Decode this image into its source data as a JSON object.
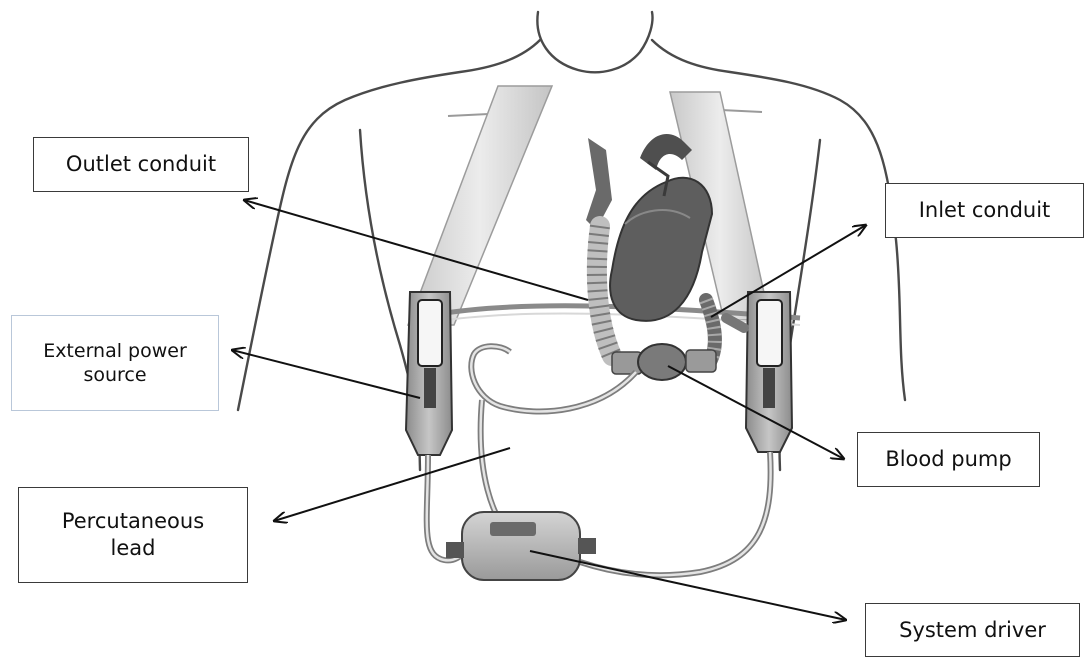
{
  "callouts": {
    "outlet_conduit": "Outlet conduit",
    "inlet_conduit": "Inlet conduit",
    "external_power_source": "External power\nsource",
    "blood_pump": "Blood pump",
    "percutaneous_lead": "Percutaneous\nlead",
    "system_driver": "System driver"
  },
  "colors": {
    "outline": "#4a4a4a",
    "heart": "#5e5e5e",
    "strap": "#d6d6d6",
    "pump": "#7a7a7a",
    "driver": "#bdbdbd",
    "arrow": "#111111"
  }
}
